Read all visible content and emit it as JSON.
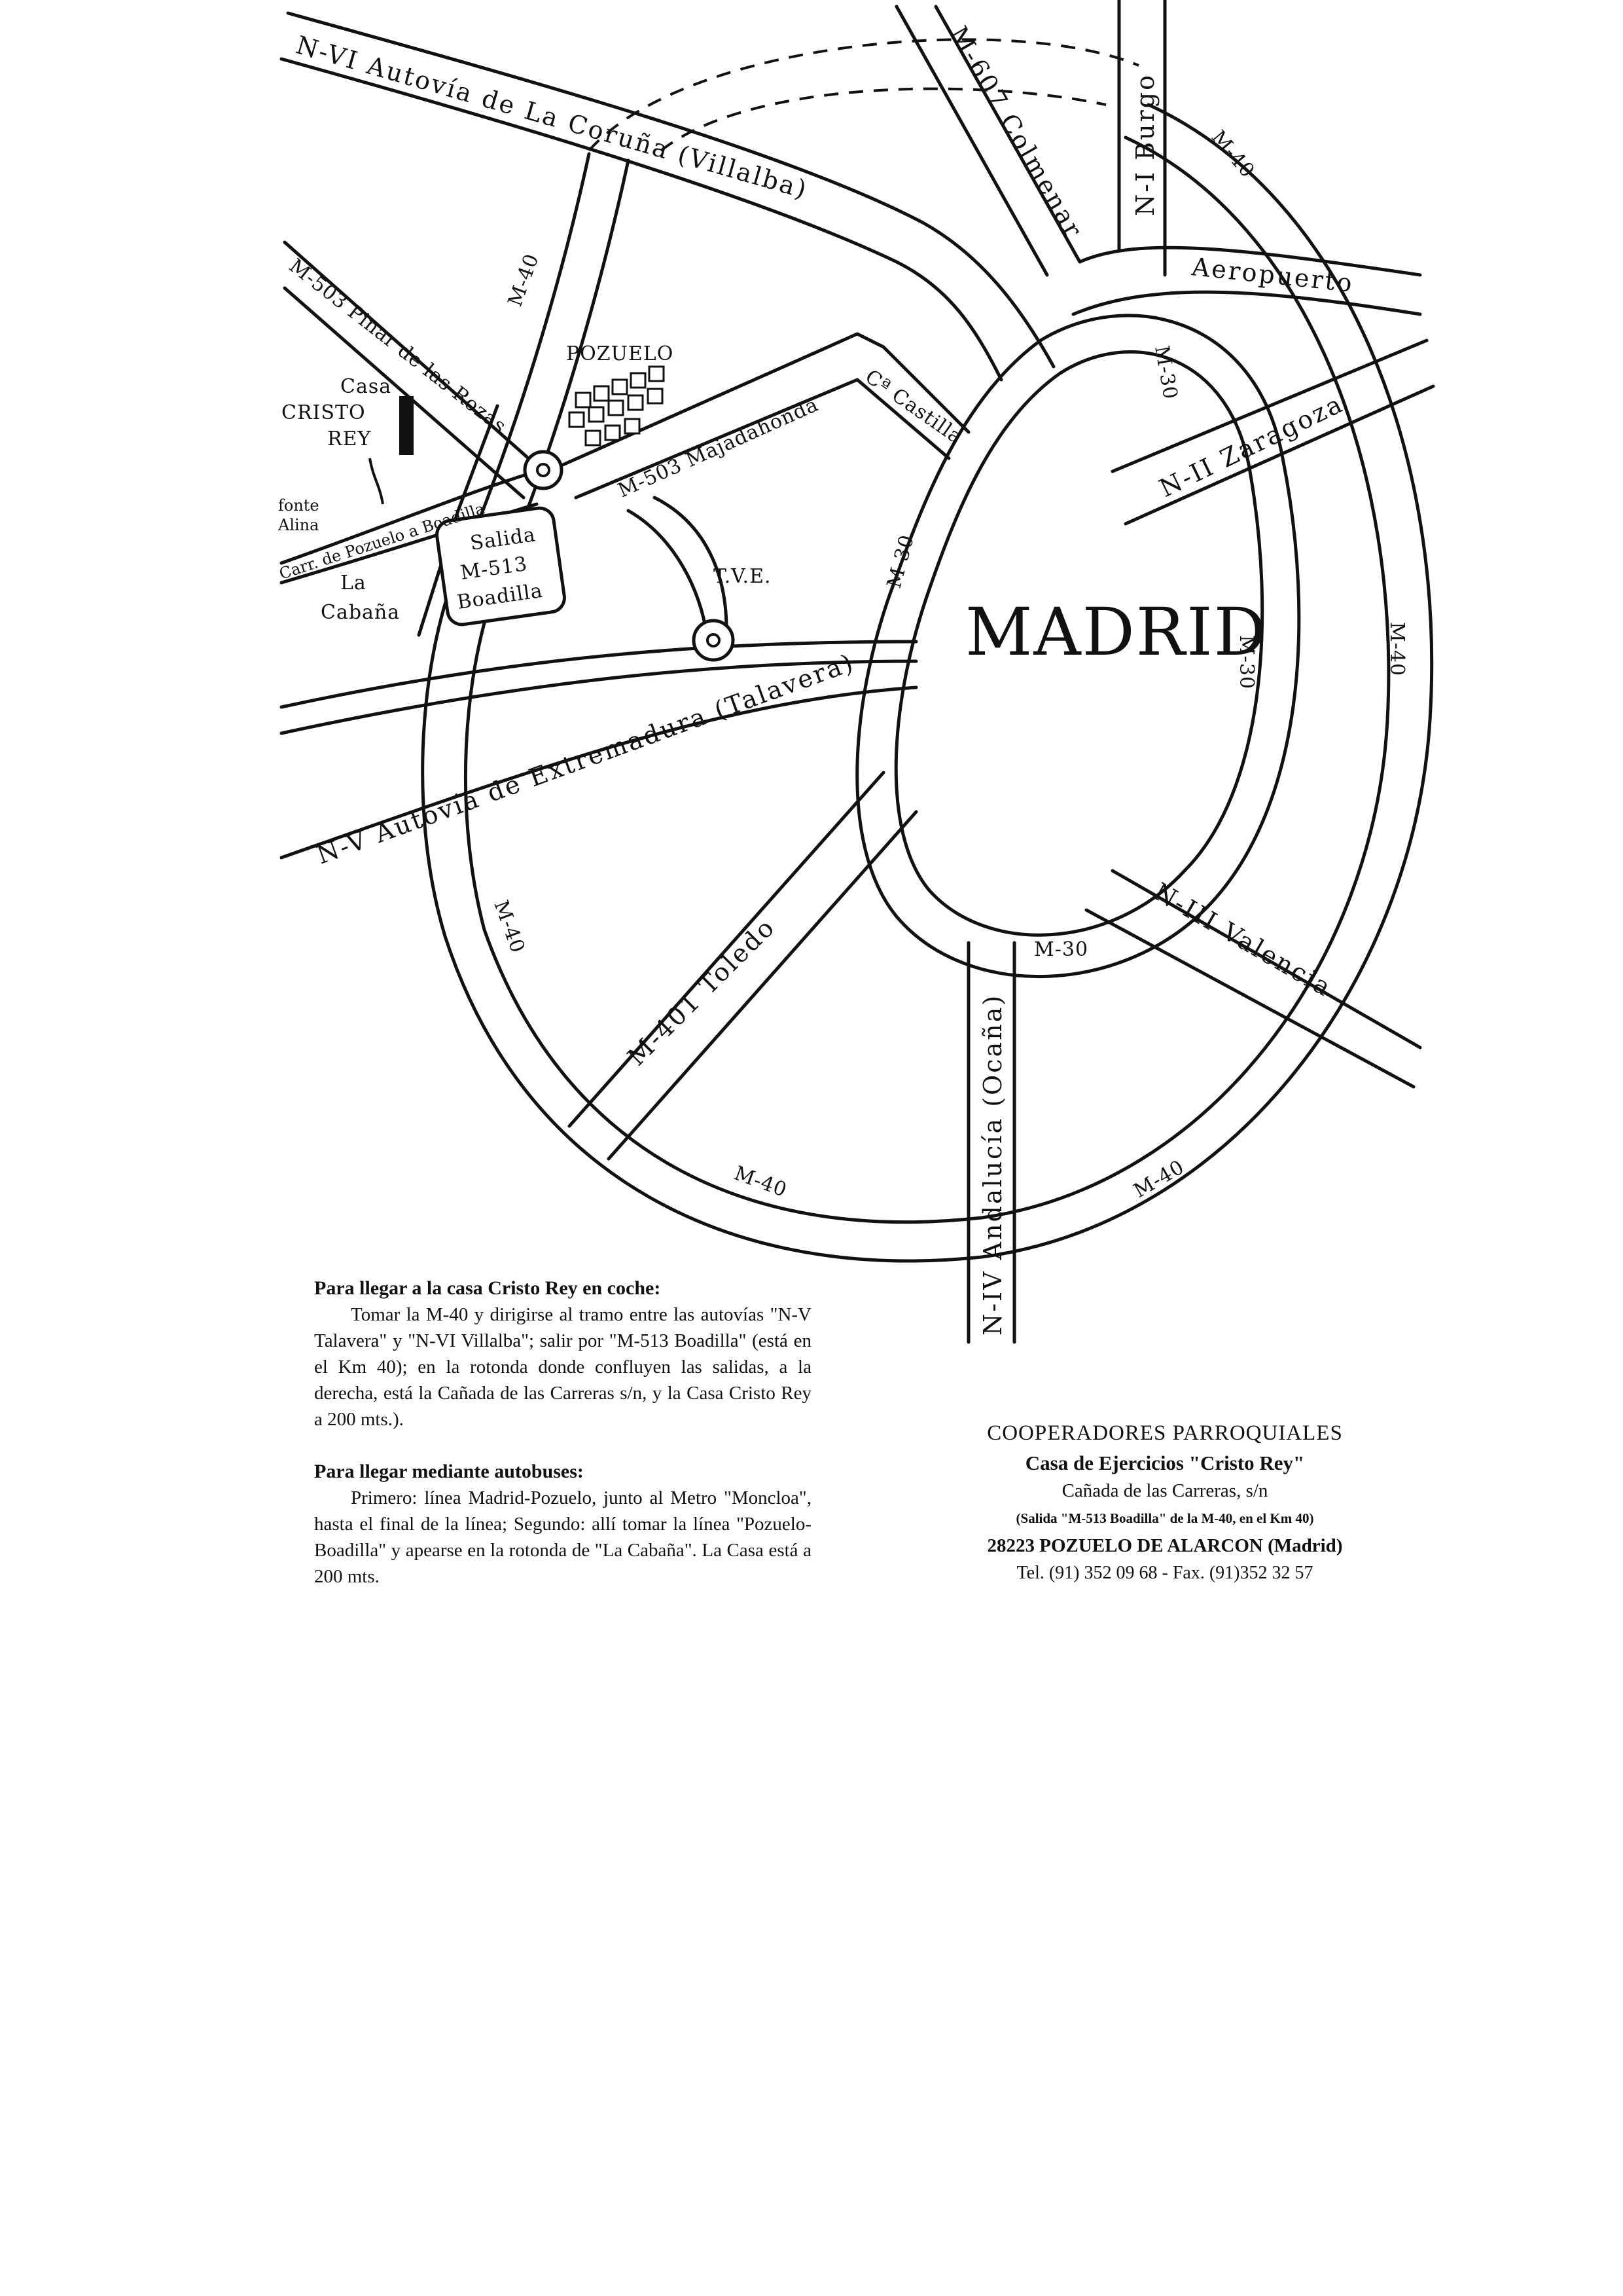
{
  "map": {
    "roads": {
      "nvi": "N-VI Autovía de La Coruña (Villalba)",
      "m607": "M-607 Colmenar",
      "ni": "N-I Burgo",
      "aeropuerto": "Aeropuerto",
      "m503_pinar": "M-503 Pinar de las Rozas",
      "castilla": "Cª Castilla",
      "m503_majadahonda": "M-503 Majadahonda",
      "nii": "N-II Zaragoza",
      "nv": "N-V Autovía de Extremadura (Talavera)",
      "m401": "M-401 Toledo",
      "niv": "N-IV Andalucía (Ocaña)",
      "niii": "N-III Valencia",
      "carr_pozuelo": "Carr. de Pozuelo a Boadilla",
      "m40": "M-40",
      "m30": "M-30"
    },
    "places": {
      "madrid": "MADRID",
      "pozuelo": "POZUELO",
      "tve": "T.V.E.",
      "casa_line1": "Casa",
      "casa_line2": "CRISTO",
      "casa_line3": "REY",
      "monte_line1": "fonte",
      "monte_line2": "Alina",
      "cabana_line1": "La",
      "cabana_line2": "Cabaña"
    },
    "salida": {
      "line1": "Salida",
      "line2": "M-513",
      "line3": "Boadilla"
    }
  },
  "directions": {
    "car_heading": "Para llegar a la casa Cristo Rey en coche:",
    "car_text": "Tomar la M-40 y dirigirse al tramo entre las autovías \"N-V Talavera\" y \"N-VI Villalba\"; salir por \"M-513 Boadilla\" (está en el Km 40); en la rotonda donde confluyen las salidas, a la derecha, está la Cañada de las Carreras s/n, y la Casa Cristo Rey a 200 mts.).",
    "bus_heading": "Para llegar mediante autobuses:",
    "bus_text": "Primero: línea Madrid-Pozuelo, junto al Metro \"Moncloa\", hasta el final de la línea; Segundo: allí tomar la línea \"Pozuelo-Boadilla\" y apearse en la rotonda de \"La Cabaña\". La Casa está a 200 mts."
  },
  "contact": {
    "org": "COOPERADORES PARROQUIALES",
    "house": "Casa de Ejercicios \"Cristo Rey\"",
    "address": "Cañada de las Carreras, s/n",
    "exit_note": "(Salida \"M-513 Boadilla\" de la M-40, en el Km 40)",
    "city": "28223 POZUELO DE ALARCON (Madrid)",
    "phones": "Tel. (91) 352 09 68 - Fax. (91)352 32 57"
  }
}
